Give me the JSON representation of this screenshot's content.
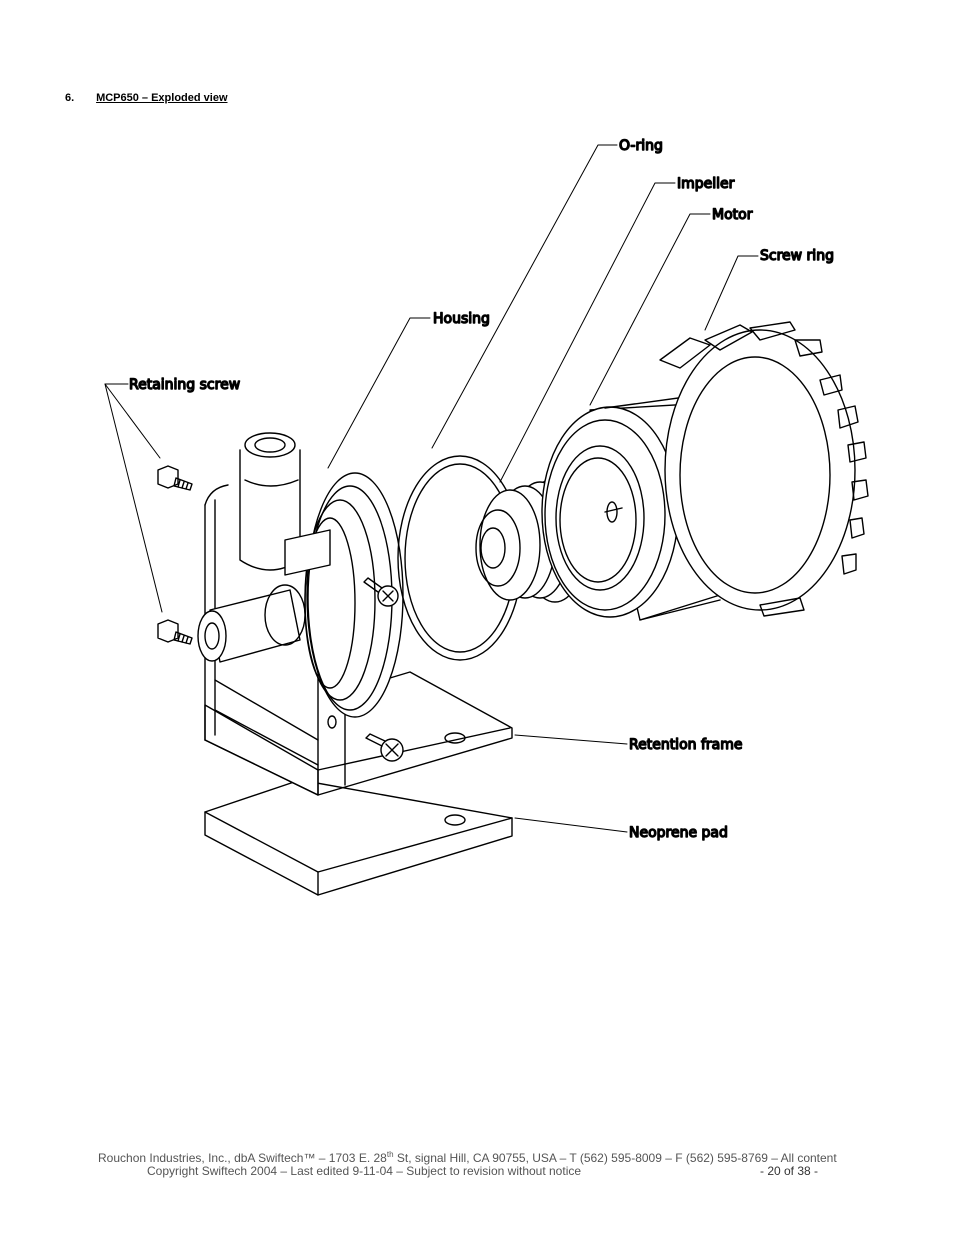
{
  "section": {
    "number": "6.",
    "title": "MCP650 – Exploded view"
  },
  "callouts": {
    "o_ring": "O-ring",
    "impeller": "Impeller",
    "motor": "Motor",
    "screw_ring": "Screw ring",
    "housing": "Housing",
    "retaining_screw": "Retaining screw",
    "retention_frame": "Retention frame",
    "neoprene_pad": "Neoprene pad"
  },
  "footer": {
    "line1_a": "Rouchon Industries, Inc., dbA Swiftech™ – 1703 E. 28",
    "line1_sup": "th",
    "line1_b": " St, signal Hill, CA 90755, USA – T (562) 595-8009 – F (562) 595-8769 – All content",
    "line2": "Copyright Swiftech 2004 – Last edited 9-11-04 – Subject to revision without notice",
    "page": "- 20 of 38 -"
  }
}
